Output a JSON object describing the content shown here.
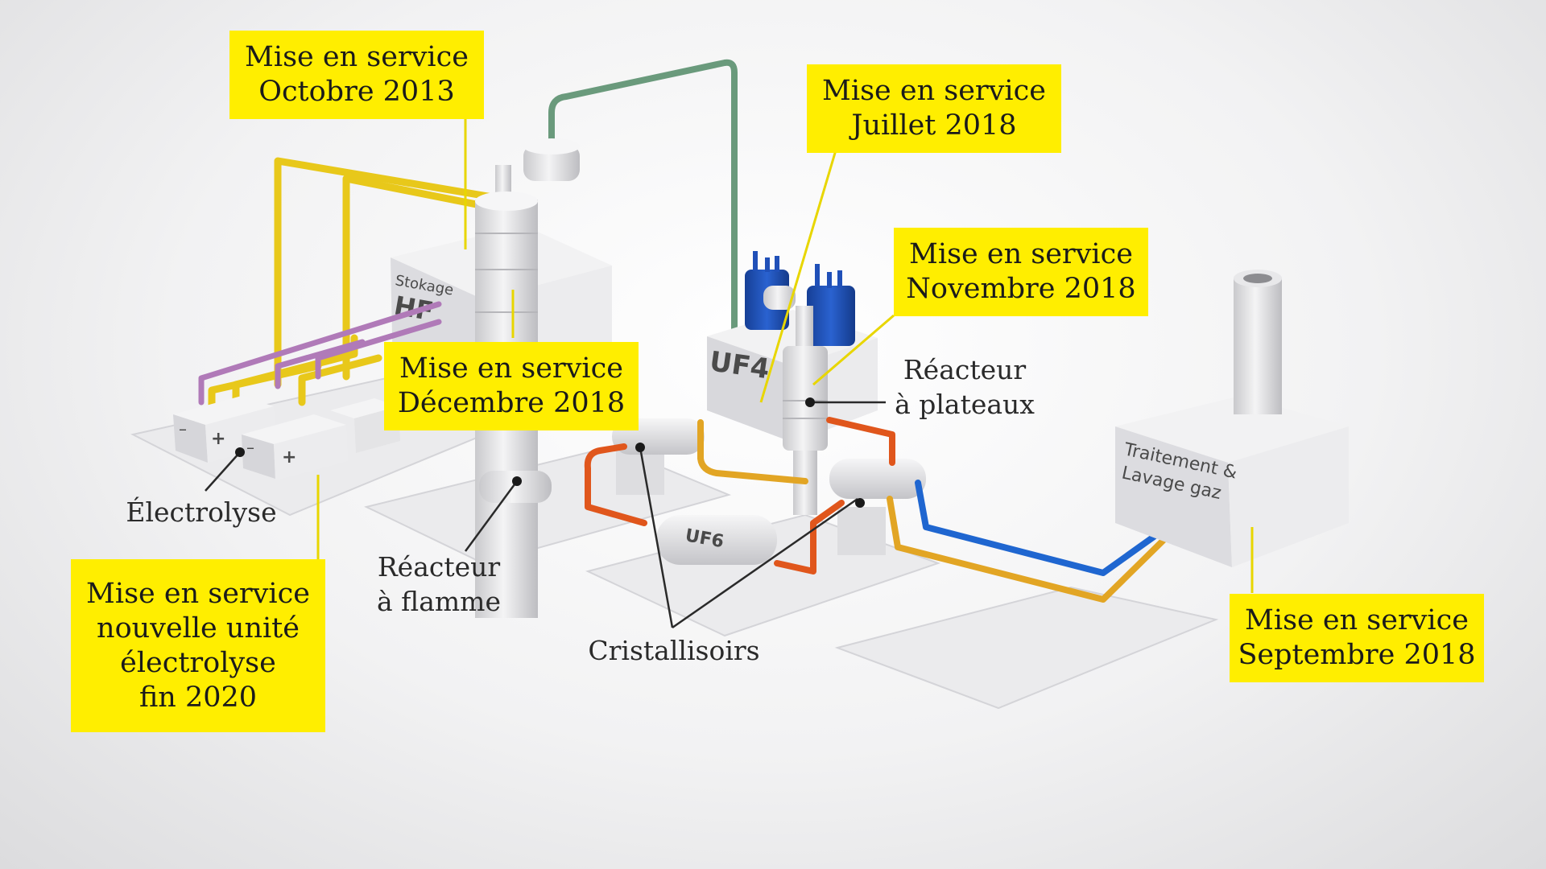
{
  "boxes": {
    "octobre_2013": [
      "Mise en service",
      "Octobre 2013"
    ],
    "juillet_2018": [
      "Mise en service",
      "Juillet 2018"
    ],
    "novembre_2018": [
      "Mise en service",
      "Novembre 2018"
    ],
    "decembre_2018": [
      "Mise en service",
      "Décembre 2018"
    ],
    "electrolyse_2020": [
      "Mise en service",
      "nouvelle unité",
      "électrolyse",
      "fin 2020"
    ],
    "septembre_2018": [
      "Mise en service",
      "Septembre 2018"
    ]
  },
  "labels": {
    "electrolyse": "Électrolyse",
    "reacteur_flamme": [
      "Réacteur",
      "à flamme"
    ],
    "reacteur_plateaux": [
      "Réacteur",
      "à plateaux"
    ],
    "cristallisoirs": "Cristallisoirs"
  },
  "building_text": {
    "stokage_line1": "Stokage",
    "stokage_line2": "HF",
    "uf4": "UF4",
    "uf6": "UF6",
    "traitement_line1": "Traitement &",
    "traitement_line2": "Lavage gaz",
    "minus": "–",
    "plus": "+"
  },
  "colors": {
    "callout": "#ffee00",
    "pipe_yellow": "#e8c81a",
    "pipe_purple": "#b07ab8",
    "pipe_green": "#6a9a7c",
    "pipe_orange": "#e0561c",
    "pipe_amber": "#e2a524",
    "pipe_blue": "#1f66d0",
    "tank_blue": "#1d4fb8"
  }
}
